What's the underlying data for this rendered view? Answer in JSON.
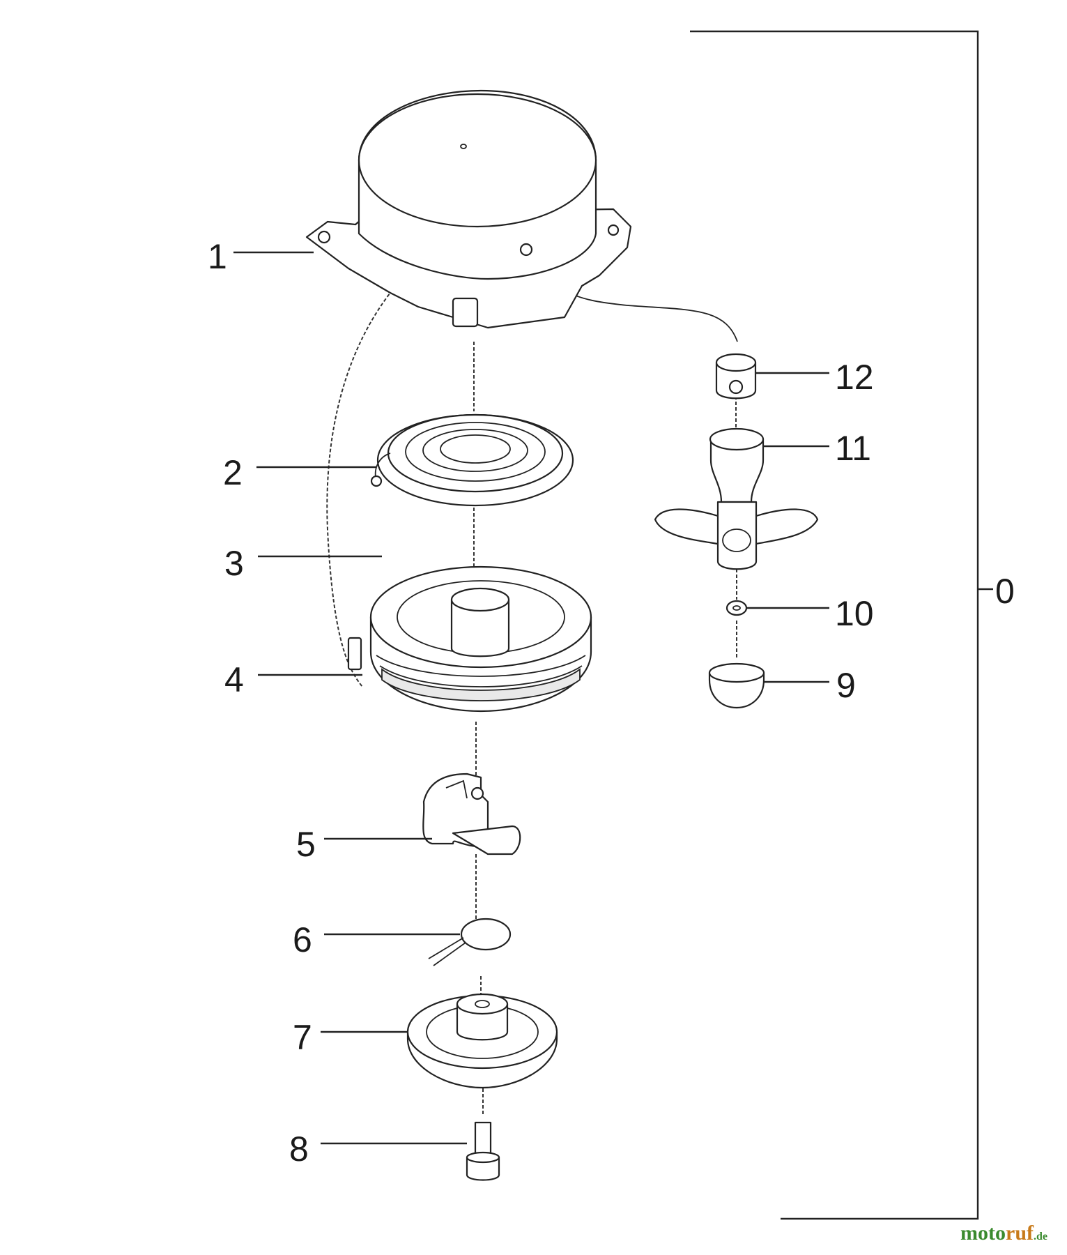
{
  "labels": {
    "p0": "0",
    "p1": "1",
    "p2": "2",
    "p3": "3",
    "p4": "4",
    "p5": "5",
    "p6": "6",
    "p7": "7",
    "p8": "8",
    "p9": "9",
    "p10": "10",
    "p11": "11",
    "p12": "12"
  },
  "watermark": {
    "part1": "moto",
    "part2": "ruf",
    "suffix": ".de"
  }
}
